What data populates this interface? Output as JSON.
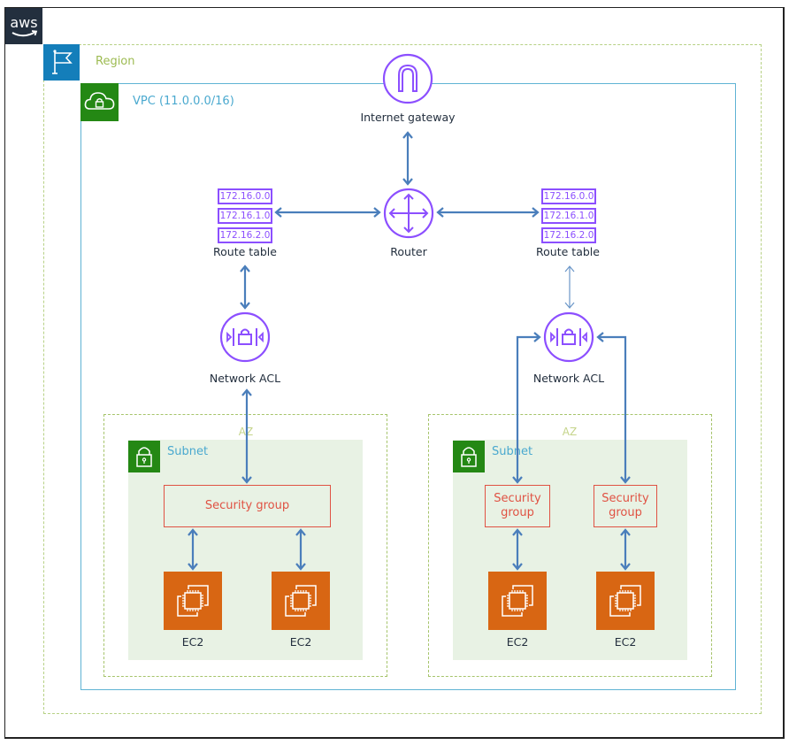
{
  "diagram": {
    "logo": "aws",
    "colors": {
      "region": "#147eba",
      "vpc": "#248814",
      "vpc_border": "#5fb3d4",
      "service_purple": "#8c4fff",
      "ec2_orange": "#d86613",
      "security_group": "#e05243",
      "arrow": "#4a7ebb",
      "az_border": "#a6c46b",
      "subnet_fill": "#e8f2e4"
    },
    "region": {
      "label": "Region",
      "icon": "flag-icon"
    },
    "vpc": {
      "label": "VPC (11.0.0.0/16)",
      "icon": "cloud-lock-icon"
    },
    "internet_gateway": {
      "label": "Internet gateway",
      "icon": "internet-gateway-icon"
    },
    "router": {
      "label": "Router",
      "icon": "router-icon"
    },
    "route_tables": [
      {
        "label": "Route table",
        "entries": [
          "172.16.0.0",
          "172.16.1.0",
          "172.16.2.0"
        ]
      },
      {
        "label": "Route table",
        "entries": [
          "172.16.0.0",
          "172.16.1.0",
          "172.16.2.0"
        ]
      }
    ],
    "network_acls": [
      {
        "label": "Network ACL"
      },
      {
        "label": "Network ACL"
      }
    ],
    "azs": [
      {
        "label": "AZ",
        "subnet": {
          "label": "Subnet"
        },
        "security_groups": [
          {
            "label": "Security group"
          }
        ],
        "instances": [
          {
            "label": "EC2"
          },
          {
            "label": "EC2"
          }
        ]
      },
      {
        "label": "AZ",
        "subnet": {
          "label": "Subnet"
        },
        "security_groups": [
          {
            "label": "Security group"
          },
          {
            "label": "Security group"
          }
        ],
        "instances": [
          {
            "label": "EC2"
          },
          {
            "label": "EC2"
          }
        ]
      }
    ],
    "connections": [
      "Internet gateway <-> Router",
      "Route table (left) <-> Router",
      "Router <-> Route table (right)",
      "Route table (left) <-> Network ACL (left)",
      "Route table (right) <-> Network ACL (right)",
      "Network ACL (left) <-> Security group (AZ1)",
      "Network ACL (right) <-> Security group (AZ2, left)",
      "Network ACL (right) <-> Security group (AZ2, right)",
      "Security group <-> EC2 (x4)"
    ]
  }
}
